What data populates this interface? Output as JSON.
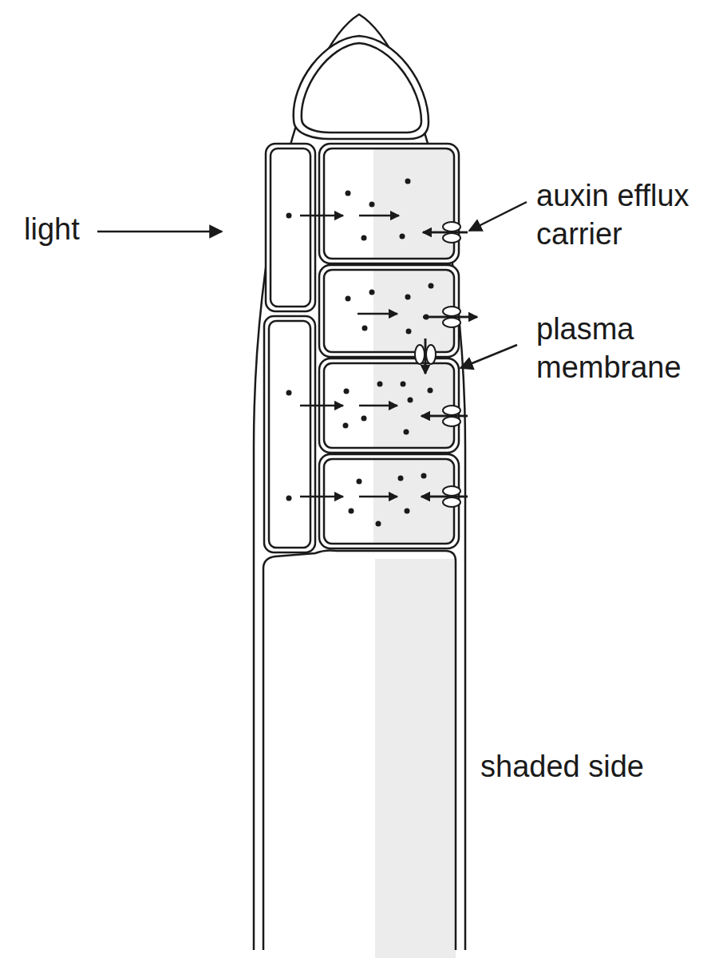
{
  "diagram": {
    "labels": [
      "light",
      "auxin efflux carrier",
      "plasma membrane",
      "shaded side"
    ]
  }
}
